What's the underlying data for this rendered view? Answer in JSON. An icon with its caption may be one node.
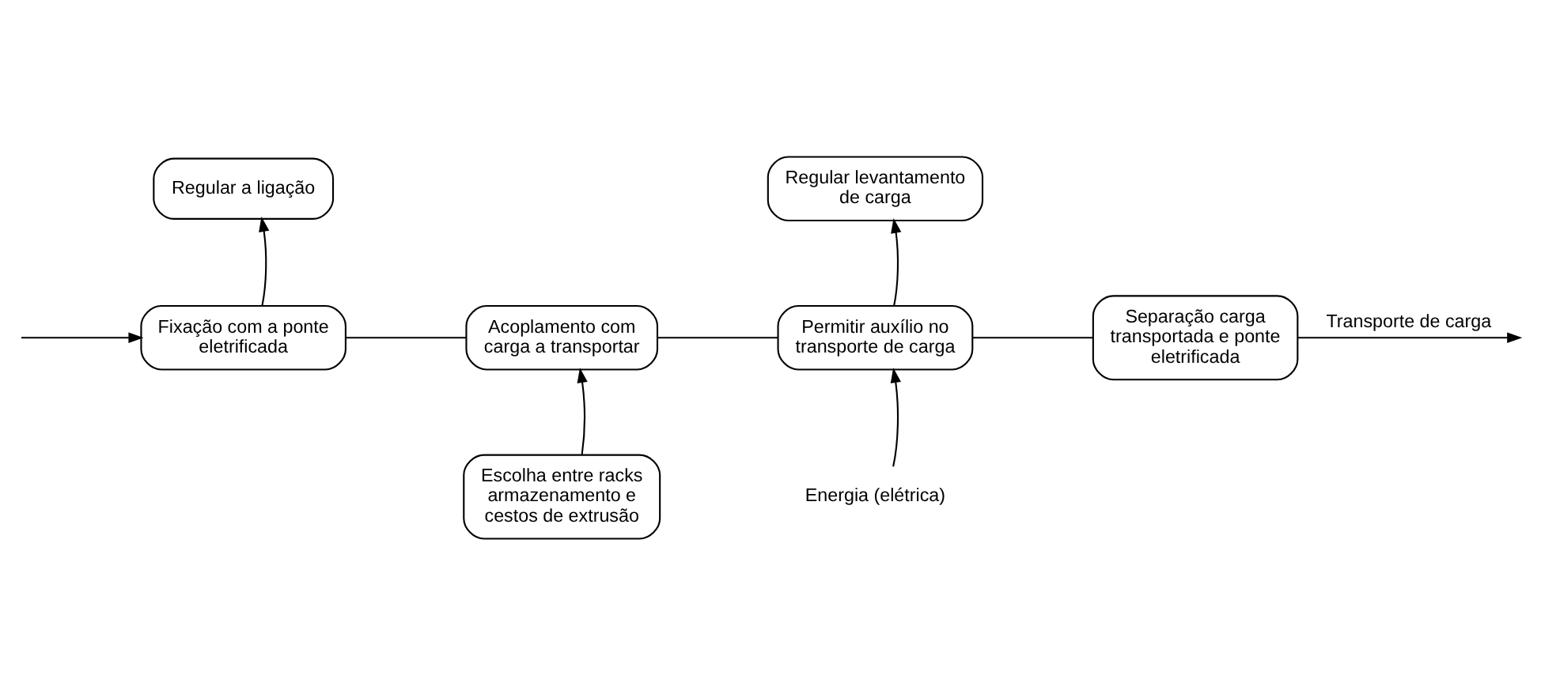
{
  "diagram": {
    "nodes": [
      {
        "text": [
          "Regular a ligação"
        ]
      },
      {
        "text": [
          "Fixação com a ponte eletrificada"
        ]
      },
      {
        "text": [
          "Acoplamento com carga a transportar"
        ]
      },
      {
        "text": [
          "Regular levantamento de carga"
        ]
      },
      {
        "text": [
          "Permitir auxílio no transporte de carga"
        ]
      },
      {
        "text": [
          "Separação carga transportada e ponte eletrificada"
        ]
      },
      {
        "text": [
          "Escolha entre racks armazenamento e cestos de extrusão"
        ]
      },
      {
        "text": [
          "Energia (elétrica)"
        ]
      }
    ],
    "edges": [
      {
        "from": null,
        "to": 1,
        "arrow": "to"
      },
      {
        "from": 1,
        "to": 0,
        "arrow": "to"
      },
      {
        "from": 1,
        "to": 2,
        "arrow": "none"
      },
      {
        "from": 6,
        "to": 2,
        "arrow": "to"
      },
      {
        "from": 2,
        "to": 4,
        "arrow": "none"
      },
      {
        "from": 7,
        "to": 4,
        "arrow": "to"
      },
      {
        "from": 4,
        "to": 3,
        "arrow": "to"
      },
      {
        "from": 4,
        "to": 5,
        "arrow": "none"
      },
      {
        "from": 5,
        "to": null,
        "arrow": "to",
        "label": "Transporte de carga"
      }
    ]
  }
}
